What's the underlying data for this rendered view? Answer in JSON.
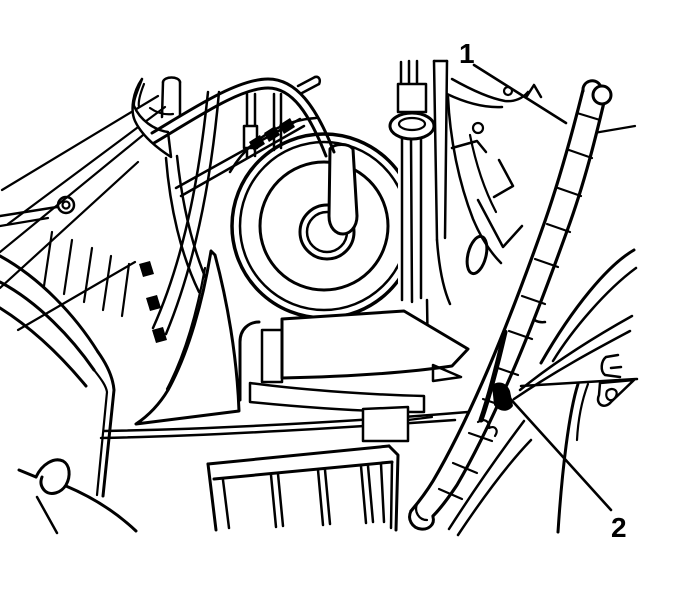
{
  "figure": {
    "description": "Black-and-white service-manual line illustration of an engine compartment: blower drum with cable boot at center, ribbed condenser lines at left, grille box at bottom, body panels at right, and a corrugated wiring-harness conduit running diagonally down the right side",
    "background_color": "#ffffff",
    "line_color": "#000000",
    "callouts": [
      {
        "label": "1"
      },
      {
        "label": "2"
      }
    ]
  }
}
